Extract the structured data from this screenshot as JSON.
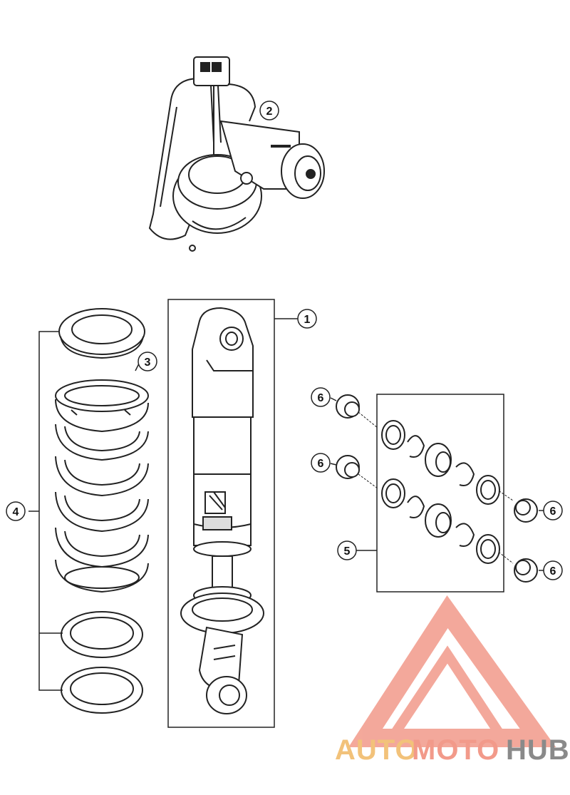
{
  "diagram": {
    "callouts": [
      {
        "id": "c1",
        "label": "1"
      },
      {
        "id": "c2",
        "label": "2"
      },
      {
        "id": "c3",
        "label": "3"
      },
      {
        "id": "c4",
        "label": "4"
      },
      {
        "id": "c5",
        "label": "5"
      },
      {
        "id": "c6a",
        "label": "6"
      },
      {
        "id": "c6b",
        "label": "6"
      },
      {
        "id": "c6c",
        "label": "6"
      },
      {
        "id": "c6d",
        "label": "6"
      }
    ]
  },
  "watermark": {
    "part_auto": "AUTO",
    "part_moto": "MOTO",
    "part_hub": "HUB",
    "colors": {
      "auto": "#f2c27a",
      "moto": "#f29a8a",
      "hub": "#8a8a8a",
      "logo": "#f29a8a"
    }
  }
}
